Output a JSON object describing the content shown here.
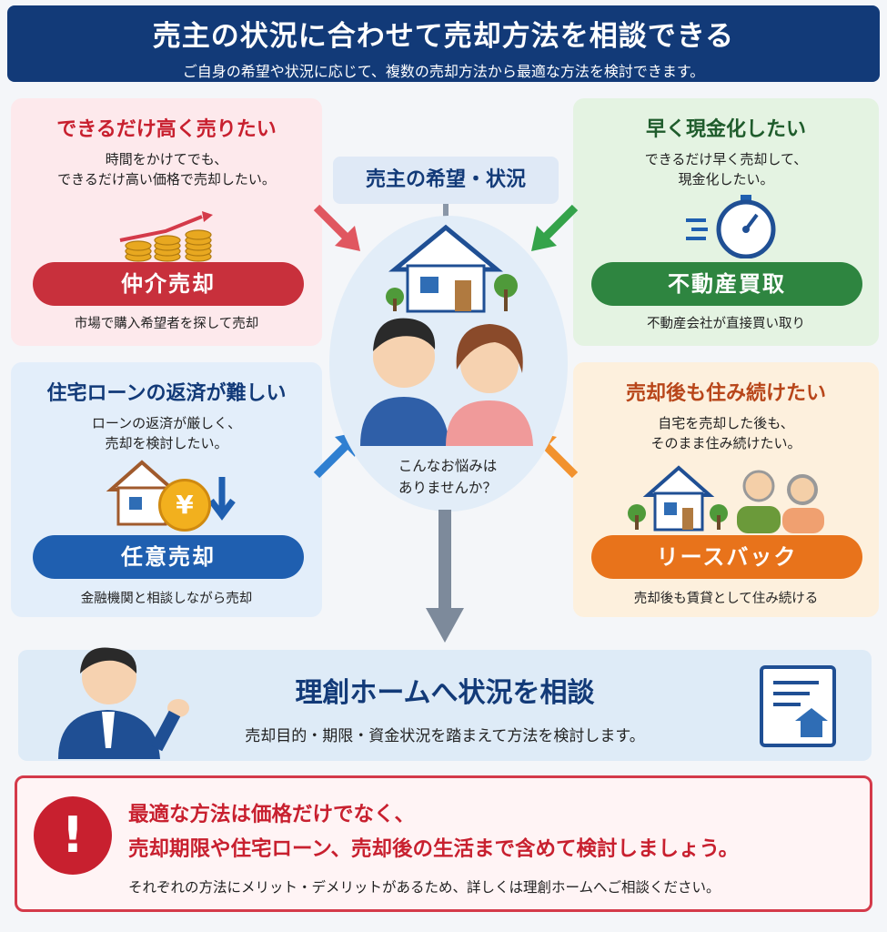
{
  "header": {
    "title": "売主の状況に合わせて売却方法を相談できる",
    "subtitle": "ご自身の希望や状況に応じて、複数の売却方法から最適な方法を検討できます。"
  },
  "center": {
    "label": "売主の希望・状況",
    "question_line1": "こんなお悩みは",
    "question_line2": "ありませんか？"
  },
  "cards": [
    {
      "title": "できるだけ高く売りたい",
      "desc_line1": "時間をかけてでも、",
      "desc_line2": "できるだけ高い価格で売却したい。",
      "method": "仲介売却",
      "note": "市場で購入希望者を探して売却"
    },
    {
      "title": "早く現金化したい",
      "desc_line1": "できるだけ早く売却して、",
      "desc_line2": "現金化したい。",
      "method": "不動産買取",
      "note": "不動産会社が直接買い取り"
    },
    {
      "title": "住宅ローンの返済が難しい",
      "desc_line1": "ローンの返済が厳しく、",
      "desc_line2": "売却を検討したい。",
      "method": "任意売却",
      "note": "金融機関と相談しながら売却"
    },
    {
      "title": "売却後も住み続けたい",
      "desc_line1": "自宅を売却した後も、",
      "desc_line2": "そのまま住み続けたい。",
      "method": "リースバック",
      "note": "売却後も賃貸として住み続ける"
    }
  ],
  "yen_symbol": "¥",
  "consult": {
    "title": "理創ホームへ状況を相談",
    "subtitle": "売却目的・期限・資金状況を踏まえて方法を検討します。"
  },
  "warning": {
    "mark": "!",
    "line1": "最適な方法は価格だけでなく、",
    "line2": "売却期限や住宅ローン、売却後の生活まで含めて検討しましょう。",
    "line3": "それぞれの方法にメリット・デメリットがあるため、詳しくは理創ホームへご相談ください。"
  },
  "colors": {
    "navy": "#123a78",
    "red": "#c8202f",
    "green": "#2e8540",
    "blue": "#1f5fb0",
    "orange": "#e8731b"
  }
}
